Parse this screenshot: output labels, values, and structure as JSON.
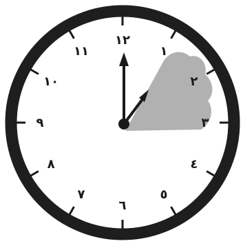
{
  "clock": {
    "numerals": [
      "١٢",
      "١",
      "٢",
      "٣",
      "٤",
      "٥",
      "٦",
      "٧",
      "٨",
      "٩",
      "١٠",
      "١١"
    ],
    "hour_hand_points_to": 12,
    "minute_hand_points_to": 1,
    "shaded_region": {
      "from": 12,
      "to": 3
    },
    "colors": {
      "rim": "#1e1e1e",
      "face": "#ffffff",
      "ink": "#1a1a1a",
      "shade": "#a8a8a8"
    }
  }
}
